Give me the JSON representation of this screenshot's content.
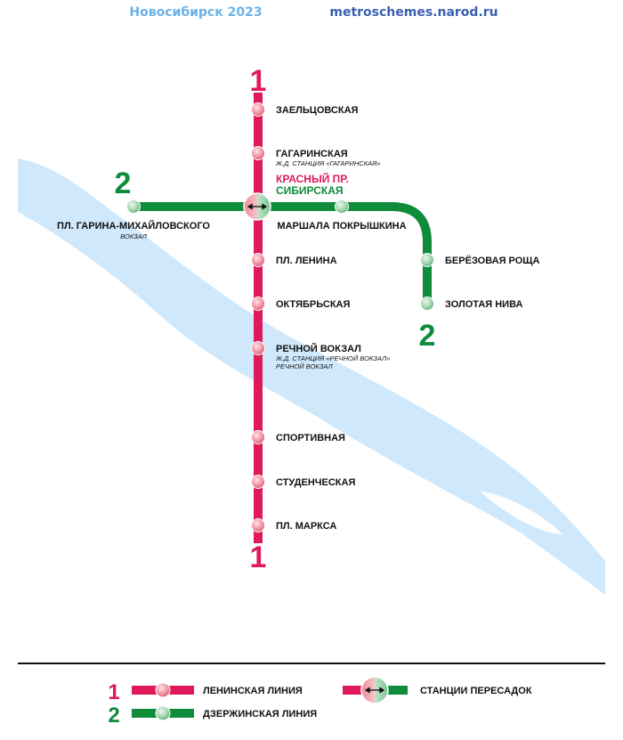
{
  "header": {
    "city_year": "Новосибирск 2023",
    "site": "metroschemes.narod.ru"
  },
  "colors": {
    "line1": "#e0195a",
    "line2": "#0f8c3a",
    "river": "#cfe8fb",
    "header_text": "#6ab2e8",
    "site_text": "#3b5fb0"
  },
  "lines": {
    "line1_number": "1",
    "line2_number": "2"
  },
  "stations": {
    "zaeltsovskaya": "ЗАЕЛЬЦОВСКАЯ",
    "gagarinskaya": "ГАГАРИНСКАЯ",
    "gagarinskaya_rail": "Ж.Д. СТАНЦИЯ «ГАГАРИНСКАЯ»",
    "krasny_pr": "КРАСНЫЙ ПР.",
    "sibirskaya": "СИБИРСКАЯ",
    "pl_garina": "ПЛ. ГАРИНА-МИХАЙЛОВСКОГО",
    "pl_garina_sub": "ВОКЗАЛ",
    "marshala": "МАРШАЛА ПОКРЫШКИНА",
    "berezovaya": "БЕРЁЗОВАЯ РОЩА",
    "zolotaya": "ЗОЛОТАЯ НИВА",
    "pl_lenina": "ПЛ. ЛЕНИНА",
    "oktyabrskaya": "ОКТЯБРЬСКАЯ",
    "rechnoy": "РЕЧНОЙ ВОКЗАЛ",
    "rechnoy_rail": "Ж.Д. СТАНЦИЯ «РЕЧНОЙ ВОКЗАЛ»",
    "rechnoy_sub": "РЕЧНОЙ ВОКЗАЛ",
    "sportivnaya": "СПОРТИВНАЯ",
    "studencheskaya": "СТУДЕНЧЕСКАЯ",
    "pl_marksa": "ПЛ. МАРКСА"
  },
  "legend": {
    "line1_num": "1",
    "line1_name": "ЛЕНИНСКАЯ ЛИНИЯ",
    "line2_num": "2",
    "line2_name": "ДЗЕРЖИНСКАЯ ЛИНИЯ",
    "transfer_name": "СТАНЦИИ ПЕРЕСАДОК"
  }
}
